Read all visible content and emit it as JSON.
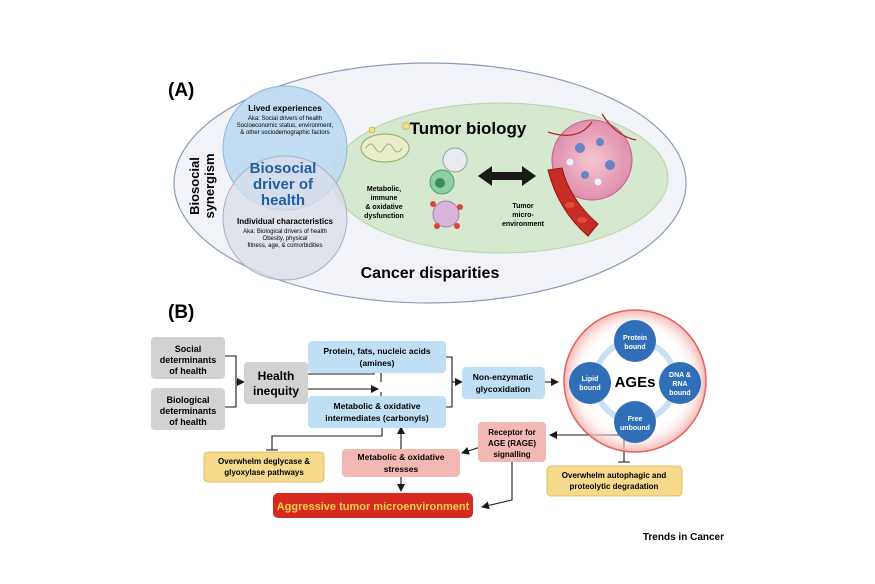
{
  "panel_a": {
    "label": "(A)",
    "outer_title": "Cancer disparities",
    "side_label_1": "Biosocial",
    "side_label_2": "synergism",
    "lived": {
      "title": "Lived experiences",
      "line1": "Aka: Social drivers of health",
      "line2": "Socioeconomic status, environment,",
      "line3": "& other sociodemographic factors"
    },
    "center_1": "Biosocial",
    "center_2": "driver of",
    "center_3": "health",
    "individual": {
      "title": "Individual characteristics",
      "line1": "Aka: Biological drivers of health",
      "line2": "Obesity, physical",
      "line3": "fitness, age, & comorbidities"
    },
    "tumor_title": "Tumor biology",
    "metabolic_1": "Metabolic,",
    "metabolic_2": "immune",
    "metabolic_3": "& oxidative",
    "metabolic_4": "dysfunction",
    "tme_1": "Tumor",
    "tme_2": "micro-",
    "tme_3": "environment"
  },
  "panel_b": {
    "label": "(B)",
    "social_1": "Social",
    "social_2": "determinants",
    "social_3": "of health",
    "bio_1": "Biological",
    "bio_2": "determinants",
    "bio_3": "of health",
    "inequity_1": "Health",
    "inequity_2": "inequity",
    "protein_1": "Protein, fats, nucleic acids",
    "protein_2": "(amines)",
    "metab_int_1": "Metabolic & oxidative",
    "metab_int_2": "intermediates (carbonyls)",
    "glyco_1": "Non-enzymatic",
    "glyco_2": "glycoxidation",
    "ages": "AGEs",
    "protein_bound_1": "Protein",
    "protein_bound_2": "bound",
    "lipid_bound_1": "Lipid",
    "lipid_bound_2": "bound",
    "dna_1": "DNA &",
    "dna_2": "RNA",
    "dna_3": "bound",
    "free_1": "Free",
    "free_2": "unbound",
    "rage_1": "Receptor for",
    "rage_2": "AGE  (RAGE)",
    "rage_3": "signalling",
    "stress_1": "Metabolic & oxidative",
    "stress_2": "stresses",
    "deglycase_1": "Overwhelm deglycase &",
    "deglycase_2": "glyoxylase pathways",
    "autophagic_1": "Overwhelm autophagic and",
    "autophagic_2": "proteolytic degradation",
    "aggressive": "Aggressive tumor microenvironment"
  },
  "footer": {
    "journal": "Trends in Cancer"
  },
  "colors": {
    "gray_box": "#d0d2d4",
    "blue_box": "#bfe0f4",
    "pink_box": "#f3b8b4",
    "yellow_box": "#f6d98a",
    "red_box": "#d62a20",
    "aggressive_text": "#f6d34a",
    "age_node": "#2f6fb7",
    "tumor_green": "#d6e8cf",
    "lived_blue": "#bcd9f0",
    "individual_gray": "#d9dde8"
  }
}
